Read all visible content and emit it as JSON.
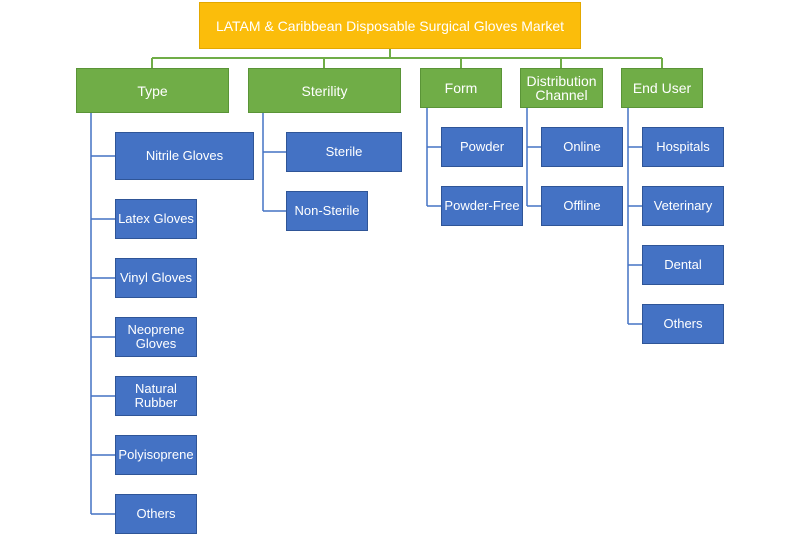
{
  "diagram": {
    "root": "LATAM & Caribbean Disposable Surgical Gloves Market",
    "categories": [
      {
        "label": "Type",
        "items": [
          "Nitrile Gloves",
          "Latex Gloves",
          "Vinyl Gloves",
          "Neoprene Gloves",
          "Natural Rubber",
          "Polyisoprene",
          "Others"
        ]
      },
      {
        "label": "Sterility",
        "items": [
          "Sterile",
          "Non-Sterile"
        ]
      },
      {
        "label": "Form",
        "items": [
          "Powder",
          "Powder-Free"
        ]
      },
      {
        "label": "Distribution Channel",
        "items": [
          "Online",
          "Offline"
        ]
      },
      {
        "label": "End User",
        "items": [
          "Hospitals",
          "Veterinary",
          "Dental",
          "Others"
        ]
      }
    ]
  },
  "colors": {
    "root_fill": "#fbbd0b",
    "category_fill": "#70ad47",
    "leaf_fill": "#4472c4",
    "text": "#ffffff"
  }
}
